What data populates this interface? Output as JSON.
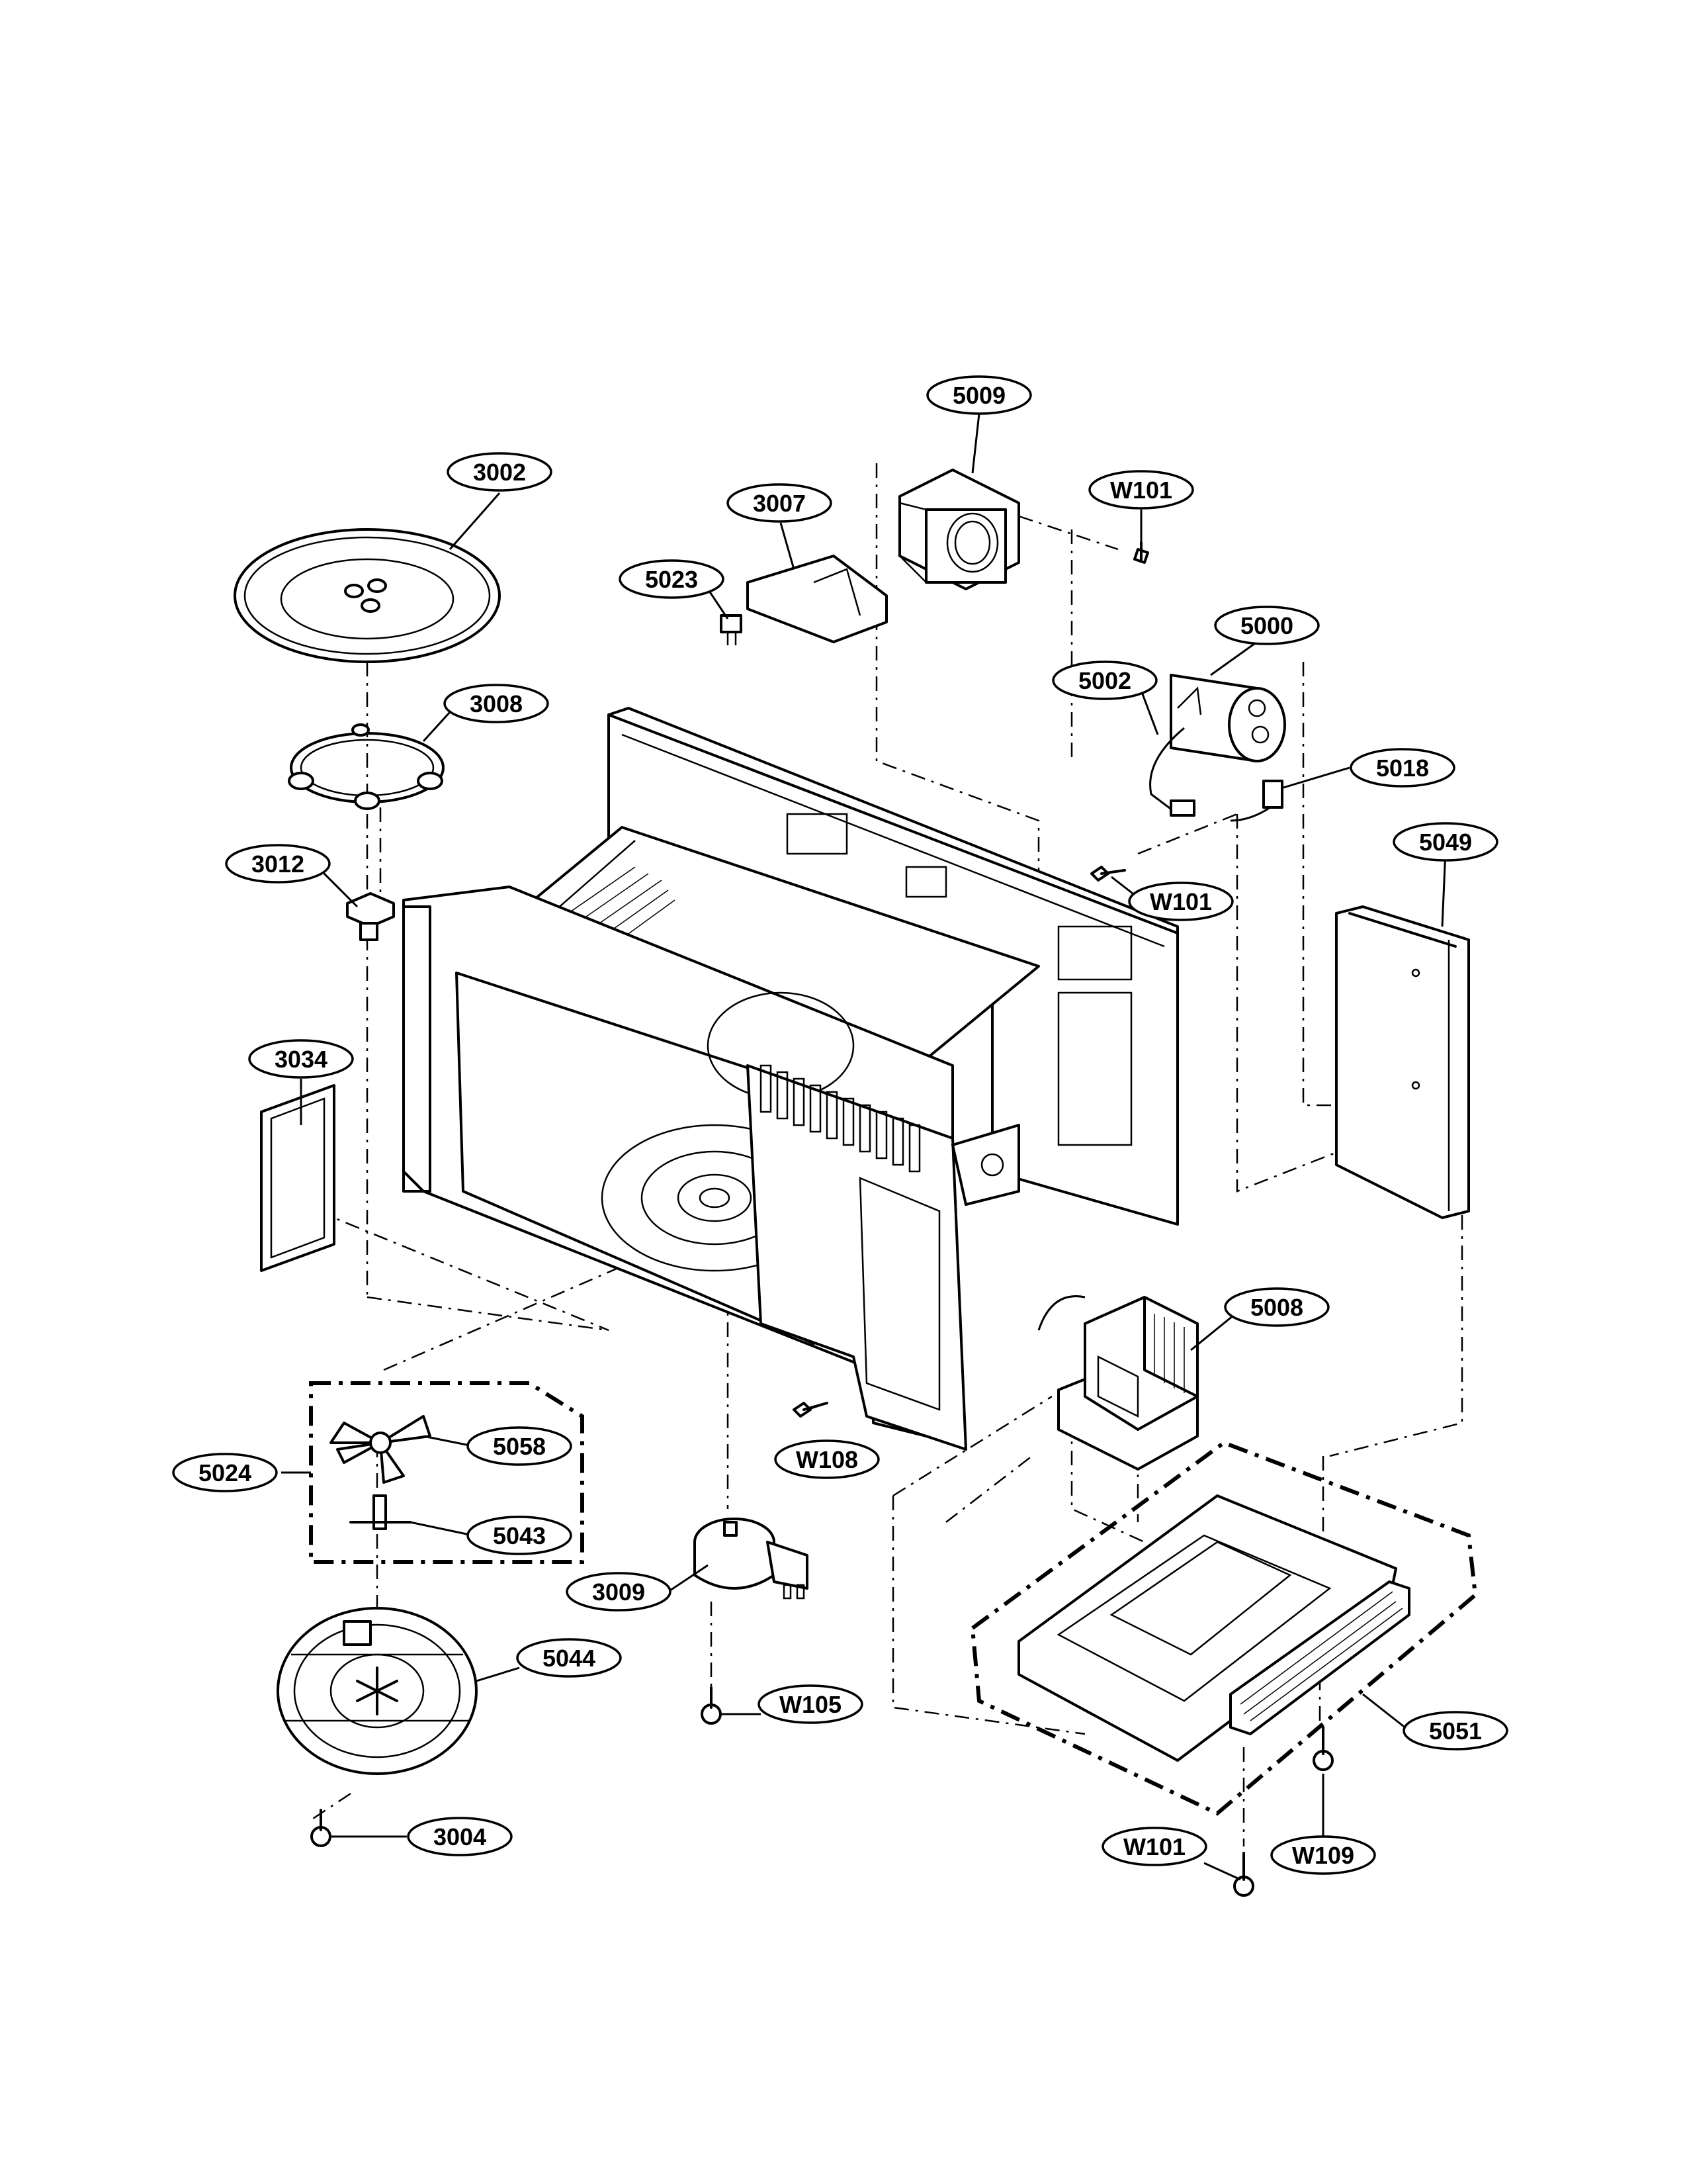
{
  "labels": [
    {
      "id": "5009",
      "text": "5009"
    },
    {
      "id": "3002",
      "text": "3002"
    },
    {
      "id": "3007",
      "text": "3007"
    },
    {
      "id": "w101-top",
      "text": "W101"
    },
    {
      "id": "5023",
      "text": "5023"
    },
    {
      "id": "5000",
      "text": "5000"
    },
    {
      "id": "3008",
      "text": "3008"
    },
    {
      "id": "5002",
      "text": "5002"
    },
    {
      "id": "5018",
      "text": "5018"
    },
    {
      "id": "3012",
      "text": "3012"
    },
    {
      "id": "5049",
      "text": "5049"
    },
    {
      "id": "w101-mid",
      "text": "W101"
    },
    {
      "id": "3034",
      "text": "3034"
    },
    {
      "id": "5008",
      "text": "5008"
    },
    {
      "id": "5058",
      "text": "5058"
    },
    {
      "id": "w108",
      "text": "W108"
    },
    {
      "id": "5024",
      "text": "5024"
    },
    {
      "id": "5043",
      "text": "5043"
    },
    {
      "id": "3009",
      "text": "3009"
    },
    {
      "id": "5044",
      "text": "5044"
    },
    {
      "id": "w105",
      "text": "W105"
    },
    {
      "id": "5051",
      "text": "5051"
    },
    {
      "id": "w101-bot",
      "text": "W101"
    },
    {
      "id": "w109",
      "text": "W109"
    },
    {
      "id": "3004",
      "text": "3004"
    }
  ]
}
